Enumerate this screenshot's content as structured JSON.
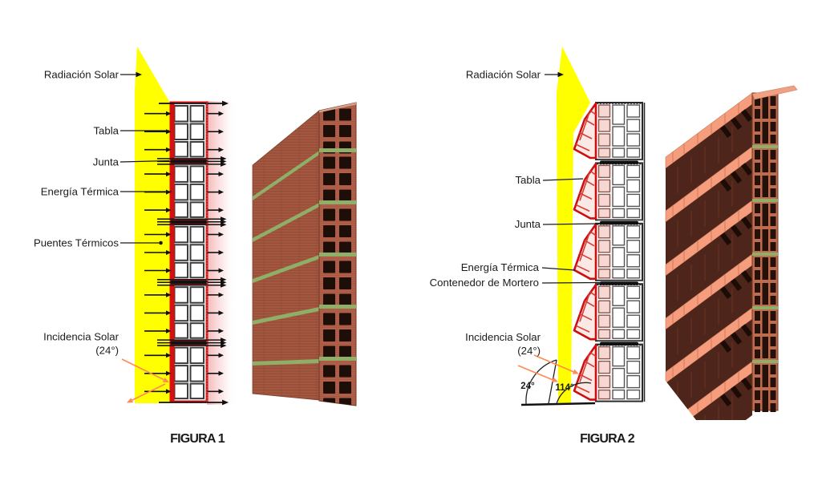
{
  "figure1": {
    "caption": "FIGURA 1",
    "labels": {
      "radiacion_solar": "Radiación Solar",
      "tabla": "Tabla",
      "junta": "Junta",
      "energia_termica": "Energía Térmica",
      "puentes_termicos": "Puentes Térmicos",
      "incidencia_solar": "Incidencia Solar",
      "incidencia_angle": "(24°)"
    }
  },
  "figure2": {
    "caption": "FIGURA 2",
    "labels": {
      "radiacion_solar": "Radiación Solar",
      "tabla": "Tabla",
      "junta": "Junta",
      "energia_termica": "Energía Térmica",
      "contenedor_mortero": "Contenedor de Mortero",
      "incidencia_solar": "Incidencia Solar",
      "incidencia_angle": "(24°)",
      "angle_24": "24°",
      "angle_114": "114°"
    }
  },
  "colors": {
    "solar_beam": "#ffff00",
    "brick_frame_red": "#d90f0f",
    "incidence_orange": "#ff8a55",
    "mortar_green": "#8fae68",
    "brick_side": "#a5573f",
    "brick_cut": "#b2604a",
    "slat_light": "#f59d7c",
    "slat_dark": "#4e251a",
    "thermal_pink": "#f2a4a4"
  }
}
